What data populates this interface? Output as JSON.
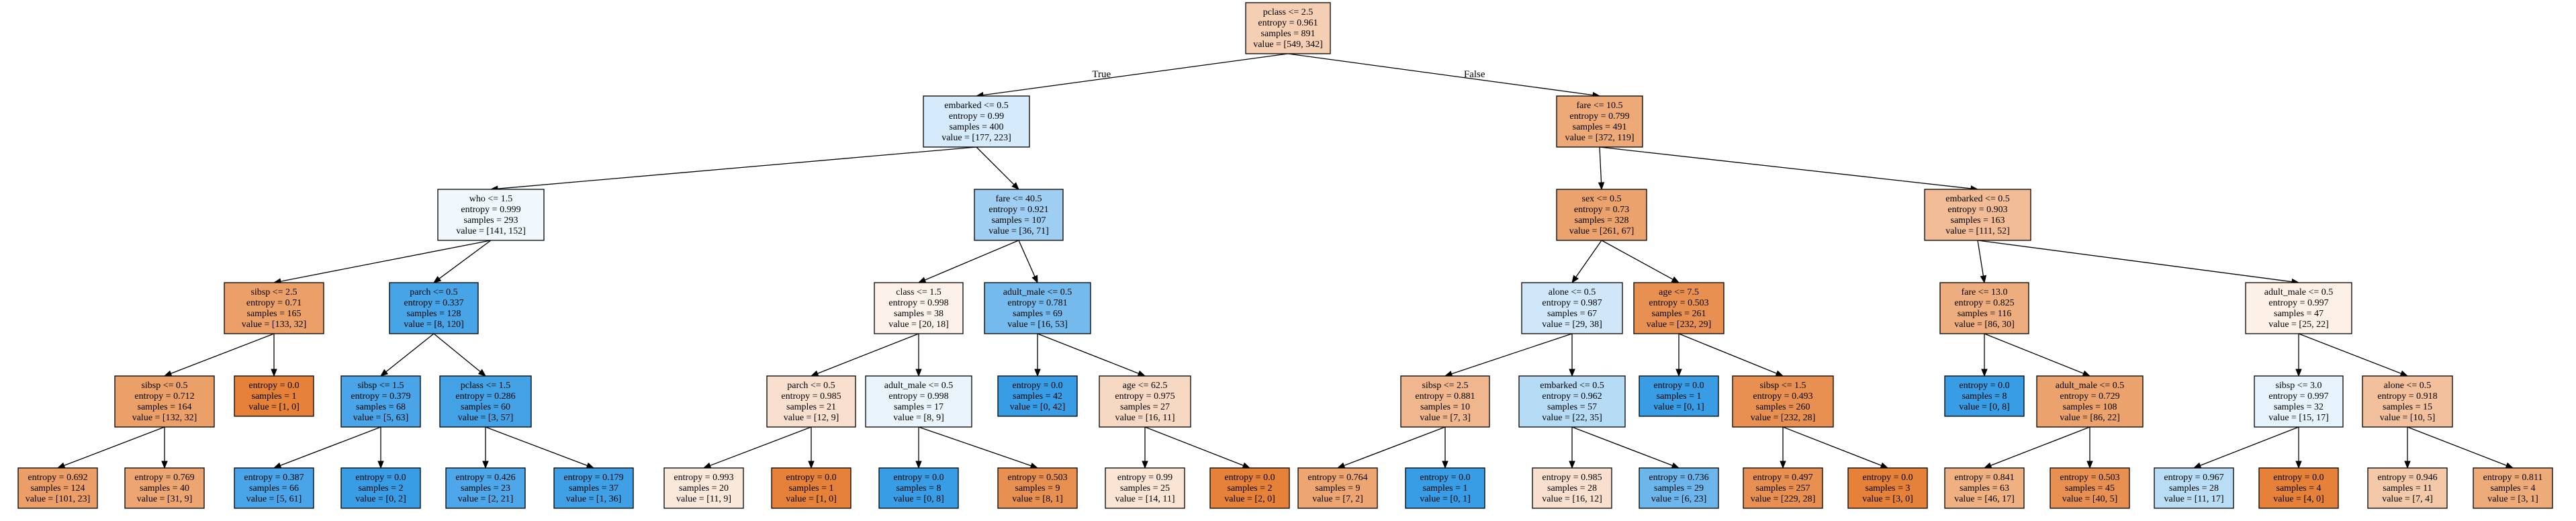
{
  "colors": {
    "orange_strong": "#e58139",
    "blue_strong": "#399de5",
    "edge": "#000000",
    "background": "#ffffff"
  },
  "edge_labels": {
    "true_label": "True",
    "false_label": "False"
  },
  "nodes": [
    {
      "id": "n0",
      "lines": [
        "pclass <= 2.5",
        "entropy = 0.961",
        "samples = 891",
        "value = [549, 342]"
      ],
      "class_lean": "orange",
      "purity": 0.38
    },
    {
      "id": "n1",
      "lines": [
        "embarked <= 0.5",
        "entropy = 0.99",
        "samples = 400",
        "value = [177, 223]"
      ],
      "class_lean": "blue",
      "purity": 0.21
    },
    {
      "id": "n2",
      "lines": [
        "fare <= 10.5",
        "entropy = 0.799",
        "samples = 491",
        "value = [372, 119]"
      ],
      "class_lean": "orange",
      "purity": 0.68
    },
    {
      "id": "n3",
      "lines": [
        "who <= 1.5",
        "entropy = 0.999",
        "samples = 293",
        "value = [141, 152]"
      ],
      "class_lean": "blue",
      "purity": 0.07
    },
    {
      "id": "n4",
      "lines": [
        "fare <= 40.5",
        "entropy = 0.921",
        "samples = 107",
        "value = [36, 71]"
      ],
      "class_lean": "blue",
      "purity": 0.49
    },
    {
      "id": "n5",
      "lines": [
        "sex <= 0.5",
        "entropy = 0.73",
        "samples = 328",
        "value = [261, 67]"
      ],
      "class_lean": "orange",
      "purity": 0.74
    },
    {
      "id": "n6",
      "lines": [
        "embarked <= 0.5",
        "entropy = 0.903",
        "samples = 163",
        "value = [111, 52]"
      ],
      "class_lean": "orange",
      "purity": 0.53
    },
    {
      "id": "n7",
      "lines": [
        "sibsp <= 2.5",
        "entropy = 0.71",
        "samples = 165",
        "value = [133, 32]"
      ],
      "class_lean": "orange",
      "purity": 0.76
    },
    {
      "id": "n8",
      "lines": [
        "parch <= 0.5",
        "entropy = 0.337",
        "samples = 128",
        "value = [8, 120]"
      ],
      "class_lean": "blue",
      "purity": 0.93
    },
    {
      "id": "n9",
      "lines": [
        "class <= 1.5",
        "entropy = 0.998",
        "samples = 38",
        "value = [20, 18]"
      ],
      "class_lean": "orange",
      "purity": 0.1
    },
    {
      "id": "n10",
      "lines": [
        "adult_male <= 0.5",
        "entropy = 0.781",
        "samples = 69",
        "value = [16, 53]"
      ],
      "class_lean": "blue",
      "purity": 0.7
    },
    {
      "id": "n11",
      "lines": [
        "alone <= 0.5",
        "entropy = 0.987",
        "samples = 67",
        "value = [29, 38]"
      ],
      "class_lean": "blue",
      "purity": 0.24
    },
    {
      "id": "n12",
      "lines": [
        "age <= 7.5",
        "entropy = 0.503",
        "samples = 261",
        "value = [232, 29]"
      ],
      "class_lean": "orange",
      "purity": 0.88
    },
    {
      "id": "n13",
      "lines": [
        "fare <= 13.0",
        "entropy = 0.825",
        "samples = 116",
        "value = [86, 30]"
      ],
      "class_lean": "orange",
      "purity": 0.65
    },
    {
      "id": "n14",
      "lines": [
        "adult_male <= 0.5",
        "entropy = 0.997",
        "samples = 47",
        "value = [25, 22]"
      ],
      "class_lean": "orange",
      "purity": 0.12
    },
    {
      "id": "n15",
      "lines": [
        "sibsp <= 0.5",
        "entropy = 0.712",
        "samples = 164",
        "value = [132, 32]"
      ],
      "class_lean": "orange",
      "purity": 0.76
    },
    {
      "id": "n16",
      "lines": [
        "entropy = 0.0",
        "samples = 1",
        "value = [1, 0]"
      ],
      "class_lean": "orange",
      "purity": 1.0
    },
    {
      "id": "n17",
      "lines": [
        "sibsp <= 1.5",
        "entropy = 0.379",
        "samples = 68",
        "value = [5, 63]"
      ],
      "class_lean": "blue",
      "purity": 0.92
    },
    {
      "id": "n18",
      "lines": [
        "pclass <= 1.5",
        "entropy = 0.286",
        "samples = 60",
        "value = [3, 57]"
      ],
      "class_lean": "blue",
      "purity": 0.95
    },
    {
      "id": "n19",
      "lines": [
        "parch <= 0.5",
        "entropy = 0.985",
        "samples = 21",
        "value = [12, 9]"
      ],
      "class_lean": "orange",
      "purity": 0.25
    },
    {
      "id": "n20",
      "lines": [
        "adult_male <= 0.5",
        "entropy = 0.998",
        "samples = 17",
        "value = [8, 9]"
      ],
      "class_lean": "blue",
      "purity": 0.11
    },
    {
      "id": "n21",
      "lines": [
        "entropy = 0.0",
        "samples = 42",
        "value = [0, 42]"
      ],
      "class_lean": "blue",
      "purity": 1.0
    },
    {
      "id": "n22",
      "lines": [
        "age <= 62.5",
        "entropy = 0.975",
        "samples = 27",
        "value = [16, 11]"
      ],
      "class_lean": "orange",
      "purity": 0.31
    },
    {
      "id": "n23",
      "lines": [
        "sibsp <= 2.5",
        "entropy = 0.881",
        "samples = 10",
        "value = [7, 3]"
      ],
      "class_lean": "orange",
      "purity": 0.57
    },
    {
      "id": "n24",
      "lines": [
        "embarked <= 0.5",
        "entropy = 0.962",
        "samples = 57",
        "value = [22, 35]"
      ],
      "class_lean": "blue",
      "purity": 0.37
    },
    {
      "id": "n25",
      "lines": [
        "entropy = 0.0",
        "samples = 1",
        "value = [0, 1]"
      ],
      "class_lean": "blue",
      "purity": 1.0
    },
    {
      "id": "n26",
      "lines": [
        "sibsp <= 1.5",
        "entropy = 0.493",
        "samples = 260",
        "value = [232, 28]"
      ],
      "class_lean": "orange",
      "purity": 0.88
    },
    {
      "id": "n27",
      "lines": [
        "entropy = 0.0",
        "samples = 8",
        "value = [0, 8]"
      ],
      "class_lean": "blue",
      "purity": 1.0
    },
    {
      "id": "n28",
      "lines": [
        "adult_male <= 0.5",
        "entropy = 0.729",
        "samples = 108",
        "value = [86, 22]"
      ],
      "class_lean": "orange",
      "purity": 0.74
    },
    {
      "id": "n29",
      "lines": [
        "sibsp <= 3.0",
        "entropy = 0.997",
        "samples = 32",
        "value = [15, 17]"
      ],
      "class_lean": "blue",
      "purity": 0.12
    },
    {
      "id": "n30",
      "lines": [
        "alone <= 0.5",
        "entropy = 0.918",
        "samples = 15",
        "value = [10, 5]"
      ],
      "class_lean": "orange",
      "purity": 0.5
    },
    {
      "id": "n31",
      "lines": [
        "entropy = 0.692",
        "samples = 124",
        "value = [101, 23]"
      ],
      "class_lean": "orange",
      "purity": 0.77
    },
    {
      "id": "n32",
      "lines": [
        "entropy = 0.769",
        "samples = 40",
        "value = [31, 9]"
      ],
      "class_lean": "orange",
      "purity": 0.71
    },
    {
      "id": "n33",
      "lines": [
        "entropy = 0.387",
        "samples = 66",
        "value = [5, 61]"
      ],
      "class_lean": "blue",
      "purity": 0.92
    },
    {
      "id": "n34",
      "lines": [
        "entropy = 0.0",
        "samples = 2",
        "value = [0, 2]"
      ],
      "class_lean": "blue",
      "purity": 1.0
    },
    {
      "id": "n35",
      "lines": [
        "entropy = 0.426",
        "samples = 23",
        "value = [2, 21]"
      ],
      "class_lean": "blue",
      "purity": 0.9
    },
    {
      "id": "n36",
      "lines": [
        "entropy = 0.179",
        "samples = 37",
        "value = [1, 36]"
      ],
      "class_lean": "blue",
      "purity": 0.97
    },
    {
      "id": "n37",
      "lines": [
        "entropy = 0.993",
        "samples = 20",
        "value = [11, 9]"
      ],
      "class_lean": "orange",
      "purity": 0.18
    },
    {
      "id": "n38",
      "lines": [
        "entropy = 0.0",
        "samples = 1",
        "value = [1, 0]"
      ],
      "class_lean": "orange",
      "purity": 1.0
    },
    {
      "id": "n39",
      "lines": [
        "entropy = 0.0",
        "samples = 8",
        "value = [0, 8]"
      ],
      "class_lean": "blue",
      "purity": 1.0
    },
    {
      "id": "n40",
      "lines": [
        "entropy = 0.503",
        "samples = 9",
        "value = [8, 1]"
      ],
      "class_lean": "orange",
      "purity": 0.88
    },
    {
      "id": "n41",
      "lines": [
        "entropy = 0.99",
        "samples = 25",
        "value = [14, 11]"
      ],
      "class_lean": "orange",
      "purity": 0.21
    },
    {
      "id": "n42",
      "lines": [
        "entropy = 0.0",
        "samples = 2",
        "value = [2, 0]"
      ],
      "class_lean": "orange",
      "purity": 1.0
    },
    {
      "id": "n43",
      "lines": [
        "entropy = 0.764",
        "samples = 9",
        "value = [7, 2]"
      ],
      "class_lean": "orange",
      "purity": 0.71
    },
    {
      "id": "n44",
      "lines": [
        "entropy = 0.0",
        "samples = 1",
        "value = [0, 1]"
      ],
      "class_lean": "blue",
      "purity": 1.0
    },
    {
      "id": "n45",
      "lines": [
        "entropy = 0.985",
        "samples = 28",
        "value = [16, 12]"
      ],
      "class_lean": "orange",
      "purity": 0.25
    },
    {
      "id": "n46",
      "lines": [
        "entropy = 0.736",
        "samples = 29",
        "value = [6, 23]"
      ],
      "class_lean": "blue",
      "purity": 0.74
    },
    {
      "id": "n47",
      "lines": [
        "entropy = 0.497",
        "samples = 257",
        "value = [229, 28]"
      ],
      "class_lean": "orange",
      "purity": 0.88
    },
    {
      "id": "n48",
      "lines": [
        "entropy = 0.0",
        "samples = 3",
        "value = [3, 0]"
      ],
      "class_lean": "orange",
      "purity": 1.0
    },
    {
      "id": "n49",
      "lines": [
        "entropy = 0.841",
        "samples = 63",
        "value = [46, 17]"
      ],
      "class_lean": "orange",
      "purity": 0.63
    },
    {
      "id": "n50",
      "lines": [
        "entropy = 0.503",
        "samples = 45",
        "value = [40, 5]"
      ],
      "class_lean": "orange",
      "purity": 0.88
    },
    {
      "id": "n51",
      "lines": [
        "entropy = 0.967",
        "samples = 28",
        "value = [11, 17]"
      ],
      "class_lean": "blue",
      "purity": 0.35
    },
    {
      "id": "n52",
      "lines": [
        "entropy = 0.0",
        "samples = 4",
        "value = [4, 0]"
      ],
      "class_lean": "orange",
      "purity": 1.0
    },
    {
      "id": "n53",
      "lines": [
        "entropy = 0.946",
        "samples = 11",
        "value = [7, 4]"
      ],
      "class_lean": "orange",
      "purity": 0.43
    },
    {
      "id": "n54",
      "lines": [
        "entropy = 0.811",
        "samples = 4",
        "value = [3, 1]"
      ],
      "class_lean": "orange",
      "purity": 0.67
    }
  ],
  "edges": [
    {
      "from": "n0",
      "to": "n1",
      "label": "true_label"
    },
    {
      "from": "n0",
      "to": "n2",
      "label": "false_label"
    },
    {
      "from": "n1",
      "to": "n3"
    },
    {
      "from": "n1",
      "to": "n4"
    },
    {
      "from": "n2",
      "to": "n5"
    },
    {
      "from": "n2",
      "to": "n6"
    },
    {
      "from": "n3",
      "to": "n7"
    },
    {
      "from": "n3",
      "to": "n8"
    },
    {
      "from": "n4",
      "to": "n9"
    },
    {
      "from": "n4",
      "to": "n10"
    },
    {
      "from": "n5",
      "to": "n11"
    },
    {
      "from": "n5",
      "to": "n12"
    },
    {
      "from": "n6",
      "to": "n13"
    },
    {
      "from": "n6",
      "to": "n14"
    },
    {
      "from": "n7",
      "to": "n15"
    },
    {
      "from": "n7",
      "to": "n16"
    },
    {
      "from": "n8",
      "to": "n17"
    },
    {
      "from": "n8",
      "to": "n18"
    },
    {
      "from": "n9",
      "to": "n19"
    },
    {
      "from": "n9",
      "to": "n20"
    },
    {
      "from": "n10",
      "to": "n21"
    },
    {
      "from": "n10",
      "to": "n22"
    },
    {
      "from": "n11",
      "to": "n23"
    },
    {
      "from": "n11",
      "to": "n24"
    },
    {
      "from": "n12",
      "to": "n25"
    },
    {
      "from": "n12",
      "to": "n26"
    },
    {
      "from": "n13",
      "to": "n27"
    },
    {
      "from": "n13",
      "to": "n28"
    },
    {
      "from": "n14",
      "to": "n29"
    },
    {
      "from": "n14",
      "to": "n30"
    },
    {
      "from": "n15",
      "to": "n31"
    },
    {
      "from": "n15",
      "to": "n32"
    },
    {
      "from": "n17",
      "to": "n33"
    },
    {
      "from": "n17",
      "to": "n34"
    },
    {
      "from": "n18",
      "to": "n35"
    },
    {
      "from": "n18",
      "to": "n36"
    },
    {
      "from": "n19",
      "to": "n37"
    },
    {
      "from": "n19",
      "to": "n38"
    },
    {
      "from": "n20",
      "to": "n39"
    },
    {
      "from": "n20",
      "to": "n40"
    },
    {
      "from": "n22",
      "to": "n41"
    },
    {
      "from": "n22",
      "to": "n42"
    },
    {
      "from": "n23",
      "to": "n43"
    },
    {
      "from": "n23",
      "to": "n44"
    },
    {
      "from": "n24",
      "to": "n45"
    },
    {
      "from": "n24",
      "to": "n46"
    },
    {
      "from": "n26",
      "to": "n47"
    },
    {
      "from": "n26",
      "to": "n48"
    },
    {
      "from": "n28",
      "to": "n49"
    },
    {
      "from": "n28",
      "to": "n50"
    },
    {
      "from": "n29",
      "to": "n51"
    },
    {
      "from": "n29",
      "to": "n52"
    },
    {
      "from": "n30",
      "to": "n53"
    },
    {
      "from": "n30",
      "to": "n54"
    }
  ]
}
